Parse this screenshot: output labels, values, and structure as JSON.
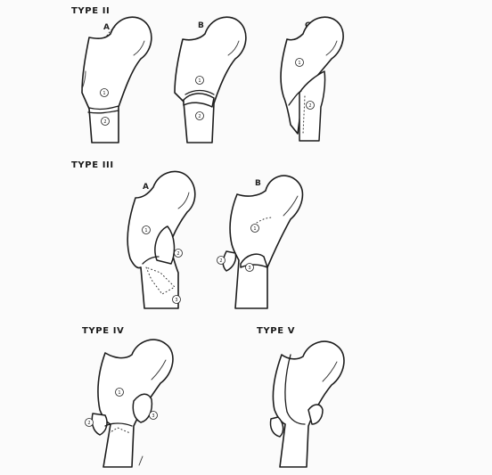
{
  "labels": {
    "type_ii": "TYPE II",
    "type_iii": "TYPE III",
    "type_iv": "TYPE IV",
    "type_v": "TYPE V",
    "panel_a": "A",
    "panel_b": "B",
    "panel_c": "C",
    "panel_a_iii": "A",
    "panel_b_iii": "B"
  },
  "fragment_numbers": [
    "1",
    "2",
    "3"
  ],
  "colors": {
    "background": "#fbfbfb",
    "ink": "#1c1c1c"
  }
}
